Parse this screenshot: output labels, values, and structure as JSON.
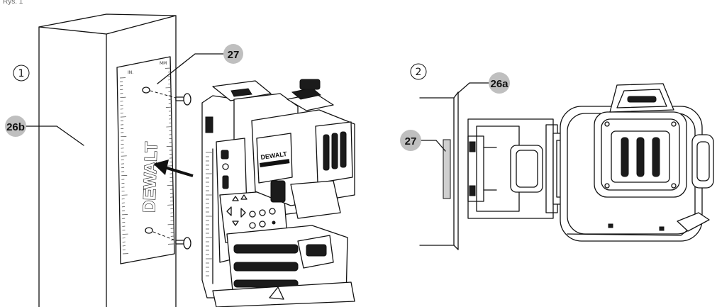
{
  "figure_caption": "Rys. 1",
  "panels": [
    {
      "number": "1",
      "callouts": {
        "bracket_label": "27",
        "wall_label": "26b"
      },
      "ruler": {
        "unit_left": "IN.",
        "unit_right": "MM",
        "brand": "DEWALT"
      },
      "device_brand": "DEWALT"
    },
    {
      "number": "2",
      "callouts": {
        "bracket_label": "26a",
        "plate_label": "27"
      }
    }
  ]
}
